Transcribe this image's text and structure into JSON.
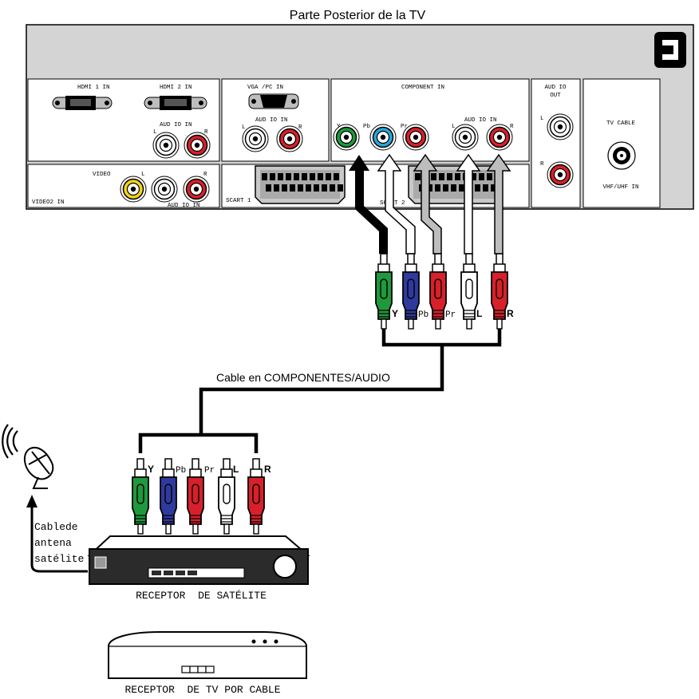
{
  "title": "Parte Posterior de la TV",
  "panel": {
    "hdmi1": "HDMI 1 IN",
    "hdmi2": "HDMI 2 IN",
    "audio_in": "AUD IO IN",
    "L": "L",
    "R": "R",
    "vga": "VGA /PC IN",
    "component_in": "COMPONENT IN",
    "Y": "Y",
    "Pb": "Pb",
    "Pr": "Pr",
    "audio_out_1": "AUD IO",
    "audio_out_2": "OUT",
    "tv_cable": "TV CABLE",
    "vhf_uhf": "VHF/UHF IN",
    "video": "VIDEO",
    "video2_in": "VIDEO2 IN",
    "scart1": "SCART 1",
    "scart2": "SCART 2"
  },
  "cable_label": "Cable en COMPONENTES/AUDIO",
  "plug_labels": {
    "Y": "Y",
    "Pb": "Pb",
    "Pr": "Pr",
    "L": "L",
    "R": "R"
  },
  "antenna_label": [
    "Cablede",
    "antena",
    "satélite"
  ],
  "satellite_receiver": "RECEPTOR  DE SATÉLITE",
  "cable_receiver": "RECEPTOR  DE TV POR CABLE",
  "colors": {
    "Y": "#1e9a3c",
    "Pb": "#2f3a9e",
    "Pr": "#d8202a",
    "L": "#ffffff",
    "R": "#d8202a",
    "jack_Pb": "#2aa6d8",
    "jack_video": "#f3d21a",
    "panel": "#d4d4d4"
  }
}
